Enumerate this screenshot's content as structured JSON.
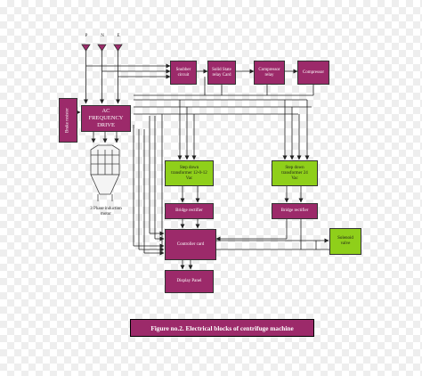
{
  "diagram": {
    "supply_labels": [
      "P",
      "N",
      "E"
    ],
    "blocks": {
      "snubber_circuit": "Snubber circuit",
      "solid_state_relay": "Solid State relay Card",
      "compressor_relay": "Compressor relay",
      "compressor": "Compressor",
      "brake_resistor": "Brake resistor",
      "ac_frequency_drive": "AC FREQUENCY DRIVE",
      "motor_label": "3 Phase induction motor",
      "transformer_left": "Step down transformer 12-0-12 Vac",
      "transformer_right": "Step down transformer 24 Vac",
      "bridge_rectifier_left": "Bridge rectifier",
      "bridge_rectifier_right": "Bridge rectifier",
      "controller_card": "Controller card",
      "solenoid_valve": "Solenoid valve",
      "display_panel": "Display Panel"
    },
    "caption": "Figure no.2. Electrical blocks of centrifuge machine"
  },
  "colors": {
    "block_magenta": "#9c2a6a",
    "block_green": "#8fcf1a",
    "line": "#222222"
  }
}
